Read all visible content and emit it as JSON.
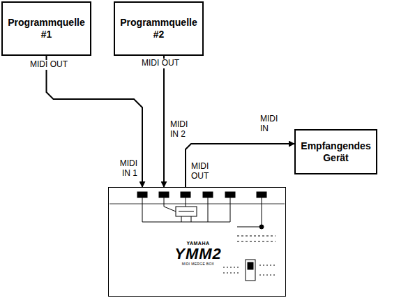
{
  "diagram": {
    "nodes": [
      {
        "text": [
          "Programmquelle #1"
        ]
      },
      {
        "text": [
          "Programmquelle #2"
        ]
      },
      {
        "text": [
          "Empfangendes Gerät"
        ]
      },
      {
        "text": [
          "YAMAHA",
          "YMM2",
          "MIDI MERGE BOX"
        ]
      }
    ],
    "edges": [
      {
        "from": 0,
        "to": 3,
        "arrow": "to"
      },
      {
        "from": 1,
        "to": 3,
        "arrow": "to"
      },
      {
        "from": 3,
        "to": 2,
        "arrow": "to"
      }
    ],
    "labels": [
      "MIDI OUT",
      "MIDI IN 1",
      "MIDI OUT",
      "MIDI IN 2",
      "MIDI OUT",
      "MIDI IN"
    ]
  }
}
